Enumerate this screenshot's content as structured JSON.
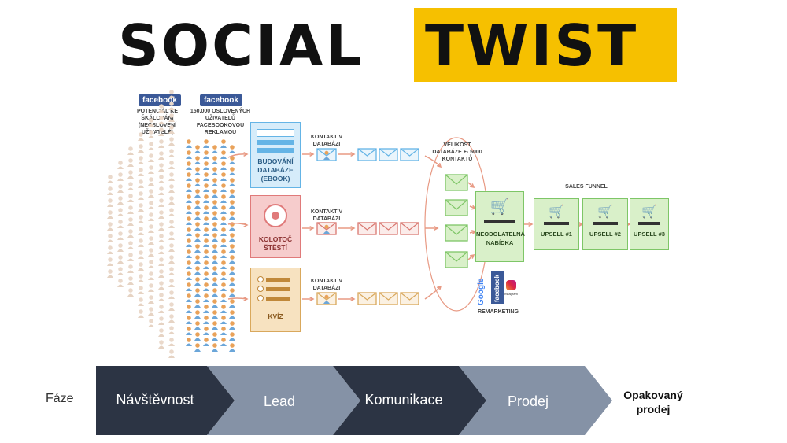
{
  "title": {
    "left": "SOCIAL",
    "right": "TWIST"
  },
  "facebook_badge": "facebook",
  "audience": {
    "potential_label": "POTENCIÁL KE ŠKÁLOVÁNÍ (NEOSLOVENÍ UŽIVATELÉ)",
    "reached_label": "150.000 OSLOVENÝCH UŽIVATELŮ FACEBOOKOVOU REKLAMOU"
  },
  "lead_magnets": [
    {
      "label": "BUDOVÁNÍ DATABÁZE (EBOOK)",
      "color": "#64b4e6",
      "fill": "#d6ecfa"
    },
    {
      "label": "KOLOTOČ ŠTĚSTÍ",
      "color": "#e07a7a",
      "fill": "#f6cccc"
    },
    {
      "label": "KVÍZ",
      "color": "#d9a85c",
      "fill": "#f7e2c0"
    }
  ],
  "contact_label": "KONTAKT V DATABÁZI",
  "database_size_label": "VELIKOST DATABÁZE +- 5000 KONTAKTŮ",
  "sales_funnel_label": "SALES FUNNEL",
  "offer": {
    "label": "NEODOLATELNÁ NABÍDKA"
  },
  "upsells": [
    "UPSELL #1",
    "UPSELL #2",
    "UPSELL #3"
  ],
  "remarketing": {
    "label": "REMARKETING",
    "google": "Google",
    "facebook": "facebook",
    "instagram": "Instagram"
  },
  "phases": {
    "label": "Fáze",
    "steps": [
      "Návštěvnost",
      "Lead",
      "Komunikace",
      "Prodej"
    ],
    "final": "Opakovaný prodej",
    "colors": [
      "#2c3444",
      "#8592a6",
      "#2c3444",
      "#8592a6"
    ]
  },
  "colors": {
    "accent": "#f6c000",
    "green": "#7ec667",
    "arrow": "#e89a84"
  }
}
